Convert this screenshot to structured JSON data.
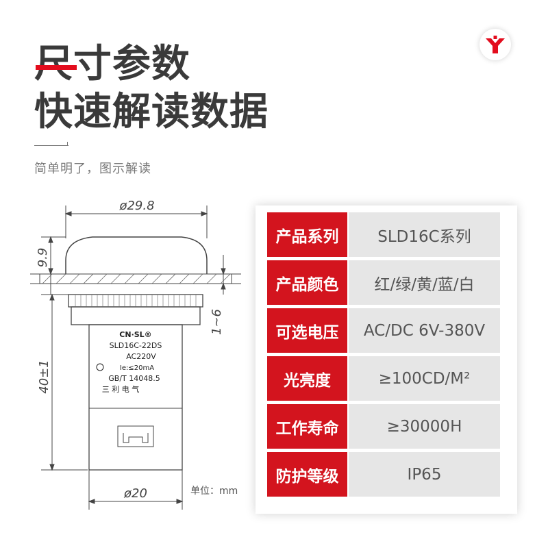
{
  "header": {
    "title_line1": "尺寸参数",
    "title_line2": "快速解读数据",
    "subtitle": "简单明了，图示解读"
  },
  "brand": {
    "logo_icon": "red-y-logo-icon",
    "accent_color": "#e30c1d"
  },
  "drawing": {
    "dim_top_width": "ø29.8",
    "dim_cap_height": "9.9",
    "dim_panel": "1~6",
    "dim_body_height": "40±1",
    "dim_bottom_width": "ø20",
    "unit_label": "单位：mm",
    "product_label": {
      "brand": "CN·SL®",
      "model": "SLD16C-22DS",
      "voltage": "AC220V",
      "current": "Ie:≤20mA",
      "standard": "GB/T 14048.5",
      "maker": "三 利 电 气"
    }
  },
  "spec_table": {
    "label_color": "#d3141e",
    "rows": [
      {
        "label": "产品系列",
        "value": "SLD16C系列"
      },
      {
        "label": "产品颜色",
        "value": "红/绿/黄/蓝/白"
      },
      {
        "label": "可选电压",
        "value": "AC/DC 6V-380V"
      },
      {
        "label": "光亮度",
        "value": "≥100CD/M²"
      },
      {
        "label": "工作寿命",
        "value": "≥30000H"
      },
      {
        "label": "防护等级",
        "value": "IP65"
      }
    ]
  }
}
